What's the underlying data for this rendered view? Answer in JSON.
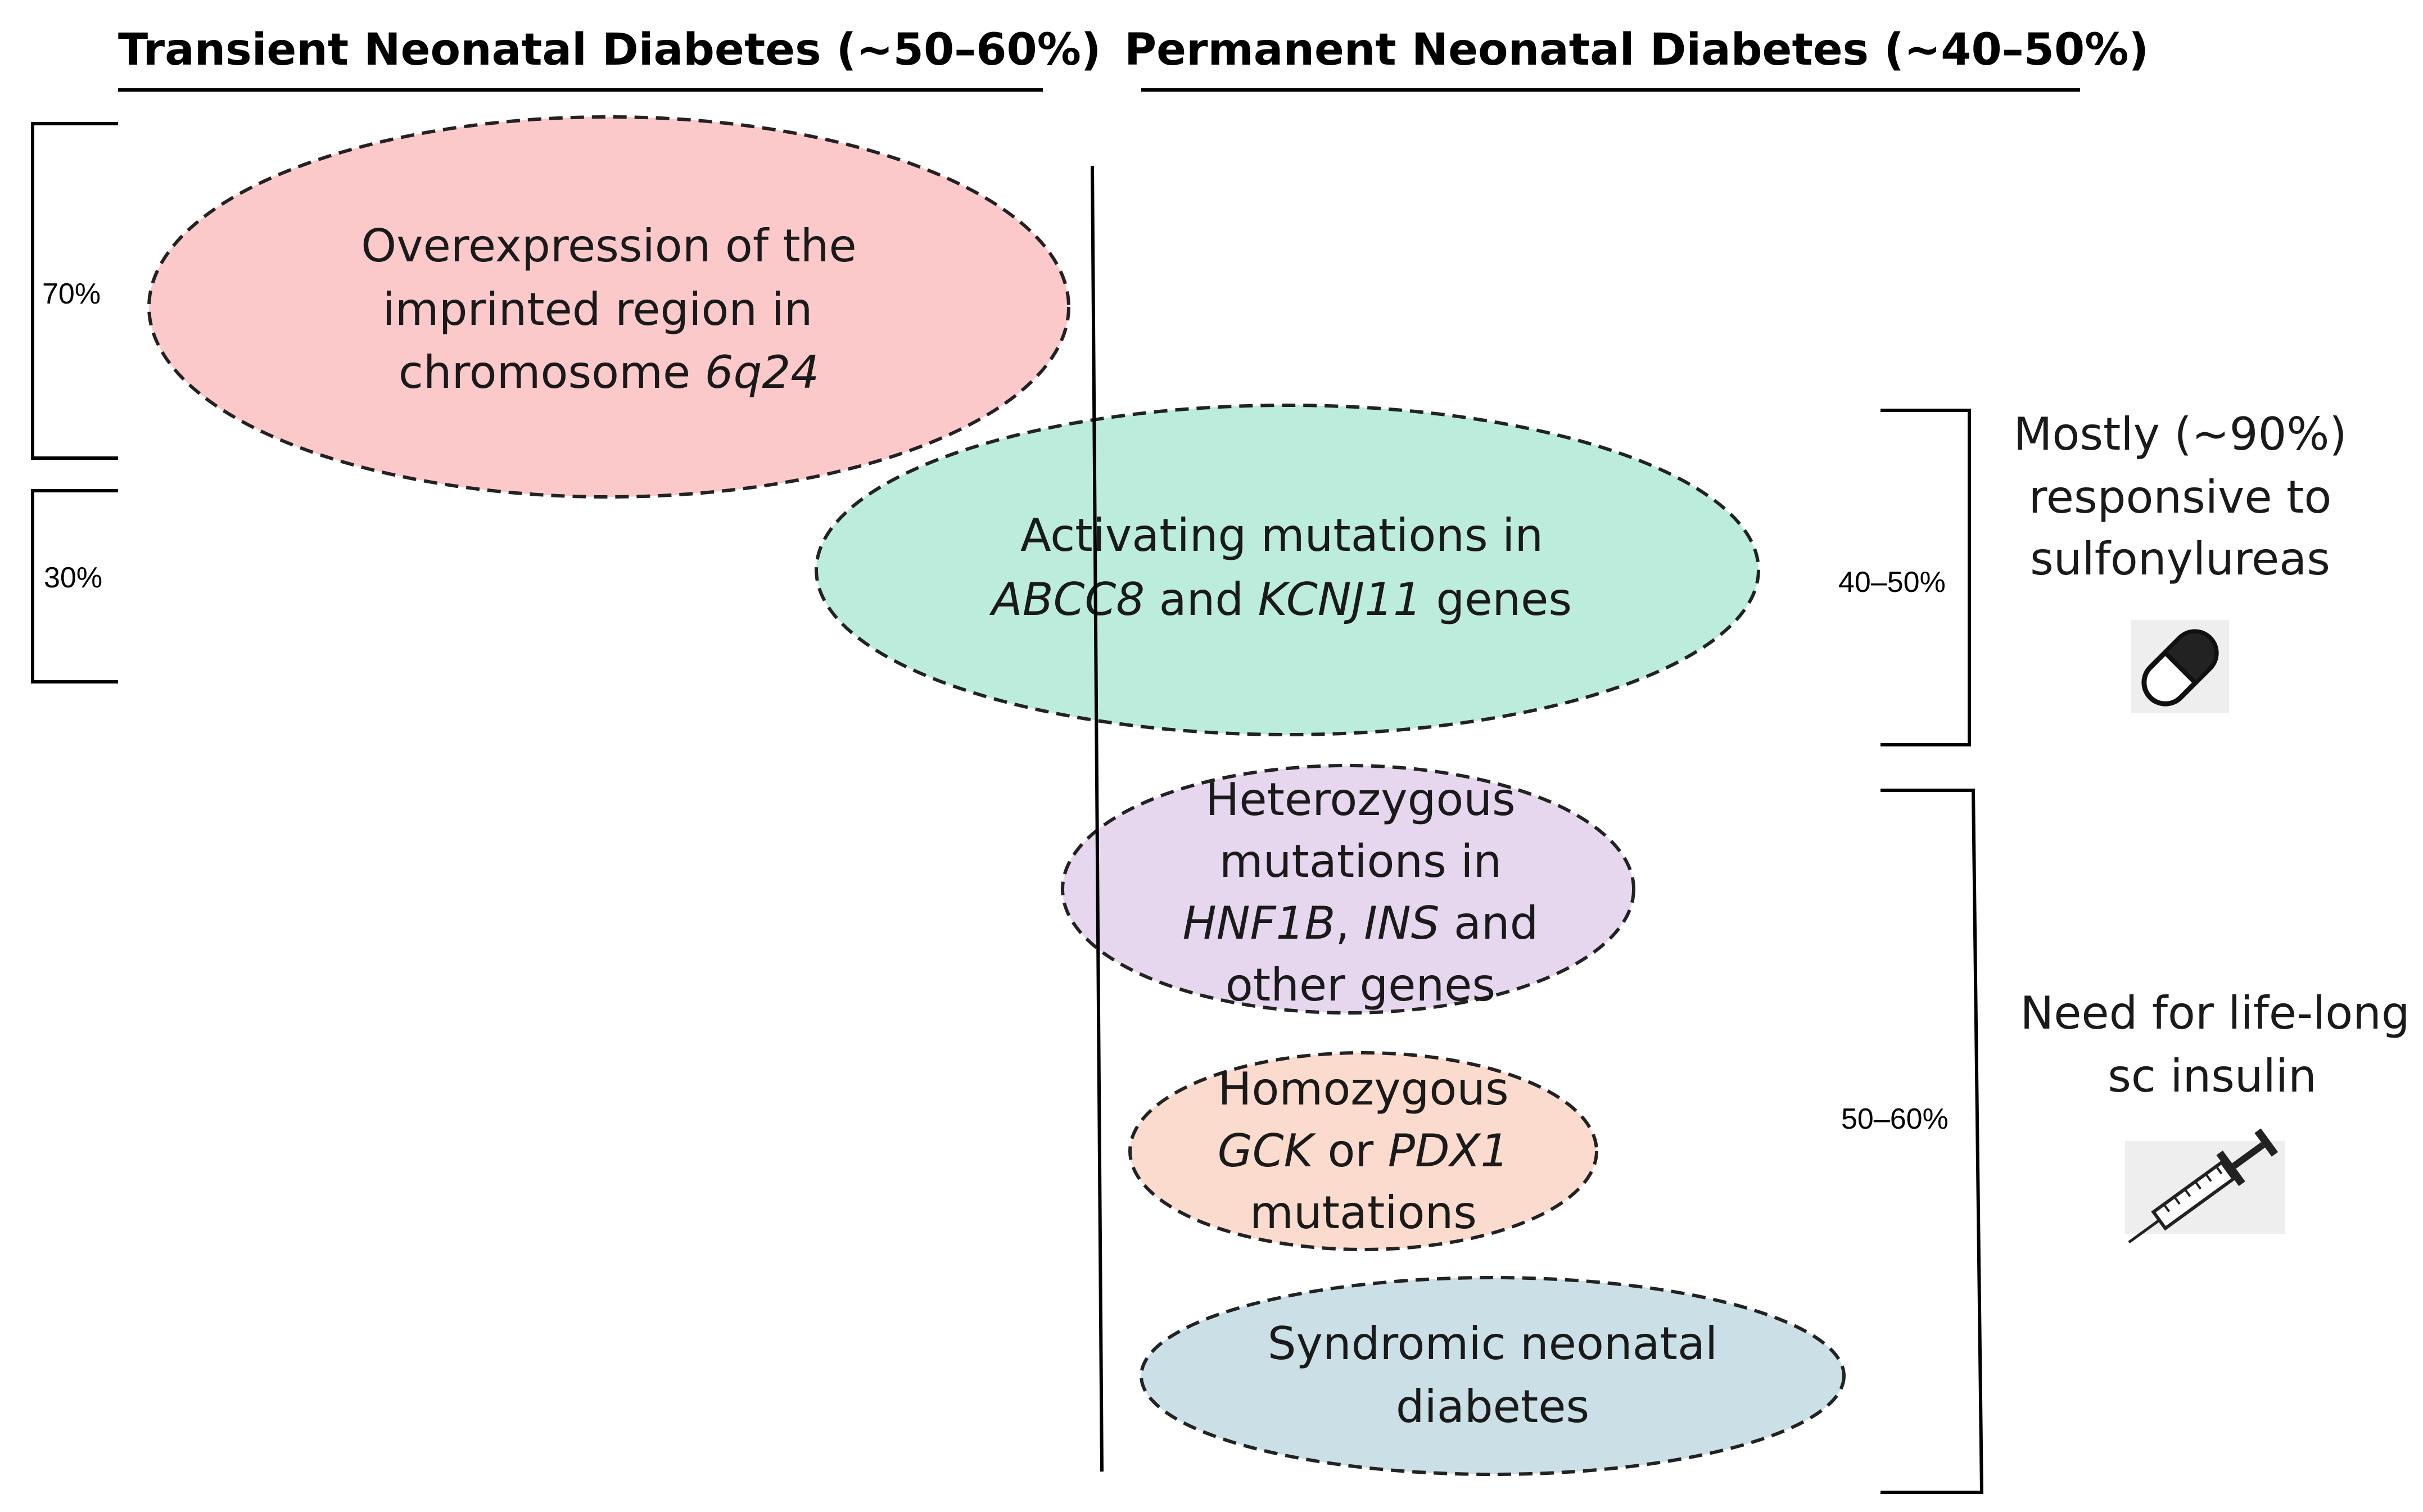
{
  "headers": {
    "transient": "Transient Neonatal Diabetes (~50–60%)",
    "permanent": "Permanent Neonatal Diabetes (~40–50%)"
  },
  "left_brackets": {
    "top_pct": "70%",
    "bottom_pct": "30%"
  },
  "ellipses": {
    "imprinted": {
      "line1": "Overexpression of the",
      "line2": "imprinted region in",
      "line3_plain": "chromosome ",
      "line3_italic": "6q24",
      "color": "#fcc9cb"
    },
    "katp": {
      "line1": "Activating mutations in",
      "line2_italic_a": "ABCC8",
      "line2_plain_b": " and ",
      "line2_italic_c": "KCNJ11",
      "line2_plain_d": " genes",
      "color": "#bcecdc"
    },
    "heterozygous": {
      "line1": "Heterozygous",
      "line2": "mutations in",
      "line3_italic_a": "HNF1B",
      "line3_plain_b": ", ",
      "line3_italic_c": "INS",
      "line3_plain_d": " and",
      "line4": "other genes",
      "color": "#e6d7ee"
    },
    "homozygous": {
      "line1": "Homozygous",
      "line2_italic_a": "GCK",
      "line2_plain_b": " or ",
      "line2_italic_c": "PDX1",
      "line3": "mutations",
      "color": "#fadbce"
    },
    "syndromic": {
      "line1": "Syndromic neonatal",
      "line2": "diabetes",
      "color": "#cbe0e6"
    }
  },
  "right_brackets": {
    "upper_pct": "40–50%",
    "lower_pct": "50–60%"
  },
  "outcomes": {
    "sulfonylureas": {
      "line1": "Mostly (~90%)",
      "line2": "responsive to",
      "line3": "sulfonylureas",
      "icon": "pill-capsule-icon"
    },
    "insulin": {
      "line1": "Need for life-long",
      "line2": "sc insulin",
      "icon": "syringe-icon"
    }
  }
}
